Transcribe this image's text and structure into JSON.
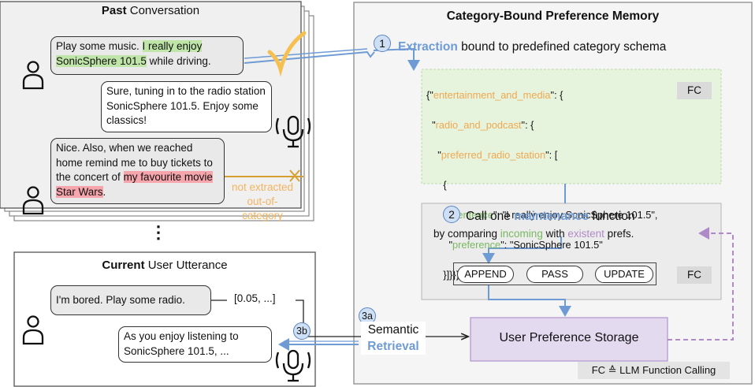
{
  "past": {
    "title_bold": "Past",
    "title_rest": " Conversation",
    "user_msg1_a": "Play some music. ",
    "user_msg1_hl": "I really enjoy SonicSphere 101.5",
    "user_msg1_b": " while driving.",
    "assistant_msg1": "Sure, tuning in to the radio station SonicSphere 101.5. Enjoy some classics!",
    "user_msg2_a": "Nice. Also, when we reached home remind me to buy tickets to the concert of ",
    "user_msg2_hl": "my favourite movie Star Wars",
    "user_msg2_b": ".",
    "not_extracted_1": "not extracted",
    "not_extracted_2": "out-of-category",
    "ellipsis": "⋮"
  },
  "current": {
    "title_bold": "Current",
    "title_rest": " User Utterance",
    "user_msg": "I'm bored. Play some radio.",
    "embedding": "[0.05, ...]",
    "assistant_msg": "As you enjoy listening to SonicSphere 101.5, ..."
  },
  "memory": {
    "title": "Category-Bound Preference Memory",
    "step1_num": "1",
    "step1_bold": "Extraction",
    "step1_rest": " bound to predefined category schema",
    "json_l1_a": "{\"",
    "json_l1_k": "entertainment_and_media",
    "json_l1_b": "\": {",
    "json_l2_a": "  \"",
    "json_l2_k": "radio_and_podcast",
    "json_l2_b": "\": {",
    "json_l3_a": "    \"",
    "json_l3_k": "preferred_radio_station",
    "json_l3_b": "\": [",
    "json_l4": "      {",
    "json_l5_a": "        \"",
    "json_l5_k": "sentence",
    "json_l5_b": "\": \"I really enjoy SonicSphere 101.5\",",
    "json_l6_a": "        \"",
    "json_l6_k": "preference",
    "json_l6_b": "\": \"SonicSphere 101.5\"",
    "json_l7": "      }]}}}",
    "fc_label": "FC",
    "step2_num": "2",
    "step2_a": "Call one ",
    "step2_bold": "maintenance",
    "step2_b": " function",
    "step2_sub_a": "by comparing ",
    "step2_sub_incoming": "incoming",
    "step2_sub_b": " with ",
    "step2_sub_existent": "existent",
    "step2_sub_c": " prefs.",
    "btn_append": "APPEND",
    "btn_pass": "PASS",
    "btn_update": "UPDATE",
    "storage": "User Preference Storage",
    "step3a_num": "3a",
    "step3b_num": "3b",
    "semantic": "Semantic",
    "retrieval": "Retrieval",
    "footnote": "FC ≙ LLM Function Calling"
  },
  "colors": {
    "accent_blue": "#6f9bd4",
    "json_key_orange": "#f0a850",
    "green_key": "#7ab860",
    "purple": "#b08ac8",
    "check_orange": "#f5c050",
    "cross_line": "#d4a030"
  }
}
